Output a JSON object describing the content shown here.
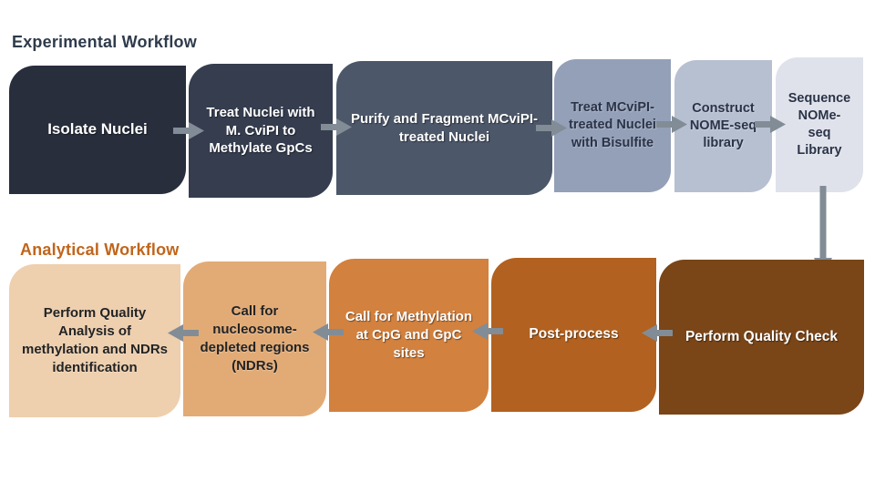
{
  "experimental": {
    "title": "Experimental Workflow",
    "title_color": "#2f3b4c",
    "flow_direction": "left-to-right",
    "steps": [
      {
        "label": "Isolate Nuclei",
        "bg": "#282e3c",
        "text_color": "#ffffff"
      },
      {
        "label": "Treat Nuclei with M. CviPI to Methylate GpCs",
        "bg": "#353d4f",
        "text_color": "#ffffff"
      },
      {
        "label": "Purify and Fragment MCviPI-treated Nuclei",
        "bg": "#4c5769",
        "text_color": "#ffffff"
      },
      {
        "label": "Treat MCviPI-treated Nuclei with Bisulfite",
        "bg": "#93a0b8",
        "text_color": "#2b3348"
      },
      {
        "label": "Construct NOME-seq library",
        "bg": "#b7c0d1",
        "text_color": "#2b3348"
      },
      {
        "label": "Sequence NOMe-seq Library",
        "bg": "#dfe2eb",
        "text_color": "#2b3348"
      }
    ]
  },
  "analytical": {
    "title": "Analytical Workflow",
    "title_color": "#c0651c",
    "flow_direction": "right-to-left",
    "steps": [
      {
        "label": "Perform Quality Check",
        "bg": "#7a4517",
        "text_color": "#ffffff"
      },
      {
        "label": "Post-process",
        "bg": "#b26120",
        "text_color": "#ffffff"
      },
      {
        "label": "Call for Methylation at CpG and GpC sites",
        "bg": "#d2813e",
        "text_color": "#ffffff"
      },
      {
        "label": "Call for nucleosome-depleted regions (NDRs)",
        "bg": "#e2ab76",
        "text_color": "#232323"
      },
      {
        "label": "Perform Quality Analysis of methylation and NDRs identification",
        "bg": "#eecfae",
        "text_color": "#232323"
      }
    ]
  },
  "connector": {
    "arrow_color": "#828c96",
    "experimental_to_analytical": "down arrow from Sequence NOMe-seq Library to Perform Quality Check"
  }
}
